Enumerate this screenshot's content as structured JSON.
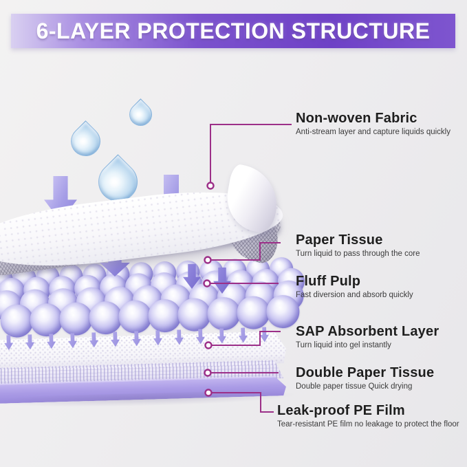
{
  "header": {
    "title": "6-LAYER PROTECTION STRUCTURE"
  },
  "callouts": [
    {
      "title": "Non-woven Fabric",
      "desc": "Anti-stream layer and capture liquids quickly"
    },
    {
      "title": "Paper Tissue",
      "desc": "Turn liquid to pass through the core"
    },
    {
      "title": "Fluff Pulp",
      "desc": "Fast diversion and absorb quickly"
    },
    {
      "title": "SAP Absorbent Layer",
      "desc": "Turn liquid into gel instantly"
    },
    {
      "title": "Double Paper Tissue",
      "desc": "Double paper tissue Quick drying"
    },
    {
      "title": "Leak-proof PE Film",
      "desc": "Tear-resistant PE film no leakage to protect the floor"
    }
  ],
  "colors": {
    "banner_purple": "#6e41c6",
    "connector": "#9c2f88",
    "layer_purple": "#a095e2",
    "droplet_blue": "#9cc4e6"
  }
}
